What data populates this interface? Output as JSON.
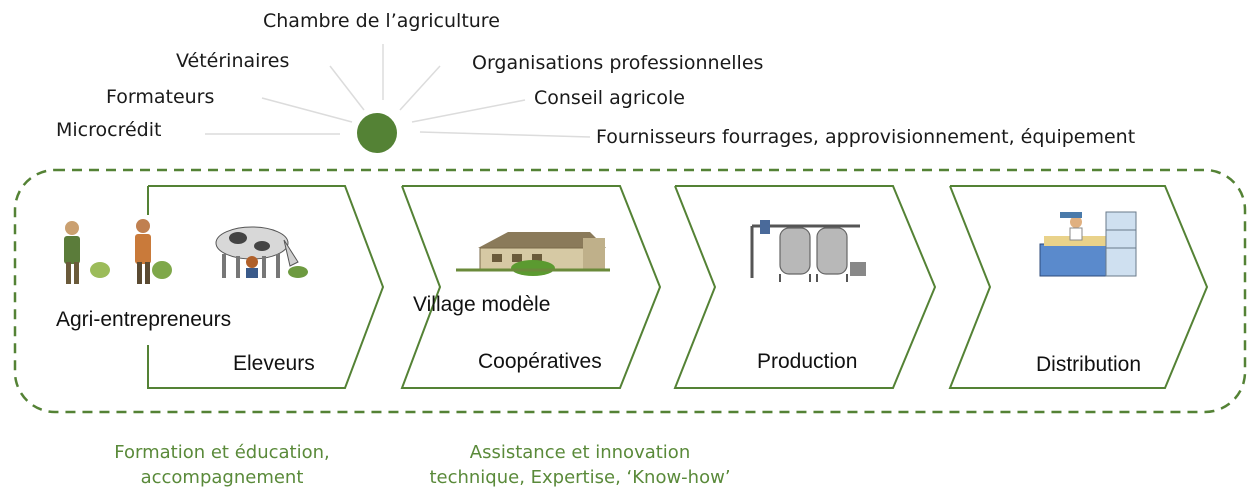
{
  "sun": {
    "labels": {
      "chambre": "Chambre de l’agriculture",
      "veterinaires": "Vétérinaires",
      "organisations": "Organisations professionnelles",
      "formateurs": "Formateurs",
      "conseil": "Conseil agricole",
      "microcredit": "Microcrédit",
      "fournisseurs": "Fournisseurs fourrages, approvisionnement, équipement"
    },
    "color": "#548235"
  },
  "chain": {
    "stages": {
      "agri": "Agri-entrepreneurs",
      "eleveurs": "Eleveurs",
      "village": "Village modèle",
      "cooperatives": "Coopératives",
      "production": "Production",
      "distribution": "Distribution"
    },
    "arrow_color": "#548235",
    "border_color": "#548235"
  },
  "notes": {
    "formation_line1": "Formation et éducation,",
    "formation_line2": "accompagnement",
    "assistance_line1": "Assistance et innovation",
    "assistance_line2": "technique, Expertise, ‘Know-how’"
  }
}
